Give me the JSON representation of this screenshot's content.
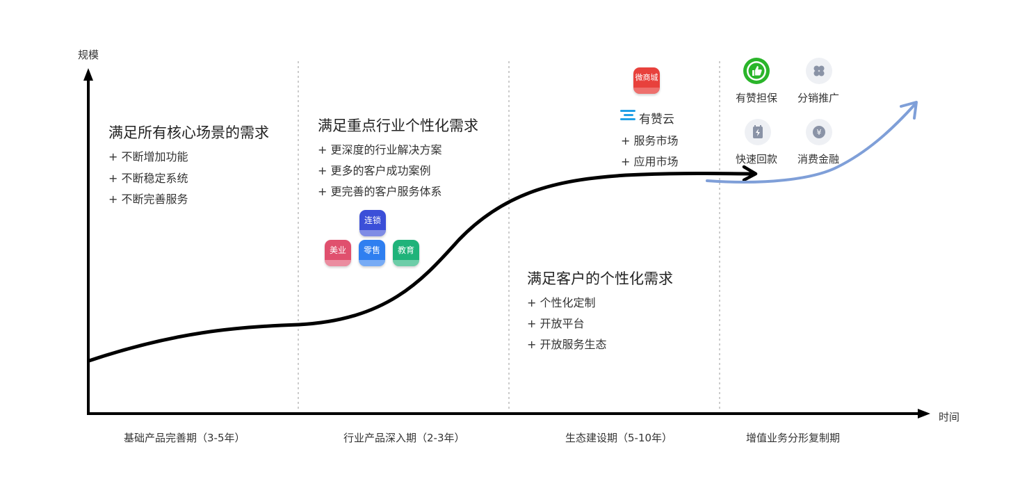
{
  "axes": {
    "y_label": "规模",
    "x_label": "时间"
  },
  "phases": [
    "基础产品完善期（3-5年）",
    "行业产品深入期（2-3年）",
    "生态建设期（5-10年）",
    "增值业务分形复制期"
  ],
  "phase1": {
    "heading": "满足所有核心场景的需求",
    "bullets": [
      "+ 不断增加功能",
      "+ 不断稳定系统",
      "+ 不断完善服务"
    ]
  },
  "phase2": {
    "heading": "满足重点行业个性化需求",
    "bullets": [
      "+ 更深度的行业解决方案",
      "+ 更多的客户成功案例",
      "+ 更完善的客户服务体系"
    ],
    "apps": [
      {
        "label": "连锁",
        "color": "#3b4fd8"
      },
      {
        "label": "美业",
        "color": "#e0506e"
      },
      {
        "label": "零售",
        "color": "#2f7ff0"
      },
      {
        "label": "教育",
        "color": "#1fb37a"
      }
    ]
  },
  "phase3": {
    "heading": "满足客户的个性化需求",
    "bullets": [
      "+ 个性化定制",
      "+ 开放平台",
      "+ 开放服务生态"
    ],
    "weishangcheng_label": "微商城",
    "weishangcheng_color": "#e8413c",
    "cloud_label": "有赞云",
    "cloud_icon": "youzan-cloud-icon",
    "cloud_color": "#21a0e6",
    "cloud_items": [
      "+ 服务市场",
      "+ 应用市场"
    ]
  },
  "phase4": {
    "services": [
      {
        "label": "有赞担保",
        "icon": "thumbs-up-shield-icon",
        "color": "#2ab52a"
      },
      {
        "label": "分销推广",
        "icon": "four-leaf-icon",
        "color": "#8a93a6"
      },
      {
        "label": "快速回款",
        "icon": "lightning-calendar-icon",
        "color": "#8a93a6"
      },
      {
        "label": "消费金融",
        "icon": "yen-coin-icon",
        "color": "#8a93a6"
      }
    ]
  },
  "colors": {
    "curve": "#000000",
    "growth_arrow": "#7f9fd8",
    "divider": "#bbbbbb"
  }
}
